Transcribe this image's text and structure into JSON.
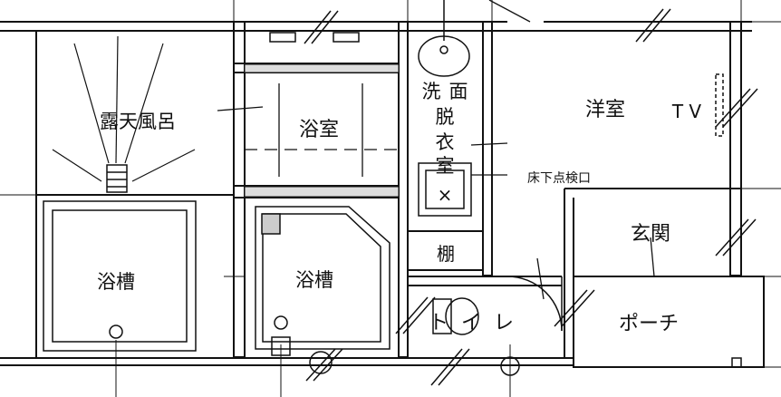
{
  "rooms": {
    "outdoor_bath": "露天風呂",
    "bathroom": "浴室",
    "washroom": "洗面脱衣室",
    "western_room": "洋室",
    "entrance": "玄関",
    "porch": "ポーチ",
    "toilet": "トイレ",
    "shelf": "棚",
    "tub_left": "浴槽",
    "tub_right": "浴槽"
  },
  "annotations": {
    "underfloor_hatch": "床下点検口",
    "tv": "T V",
    "hatch_mark": "×"
  }
}
